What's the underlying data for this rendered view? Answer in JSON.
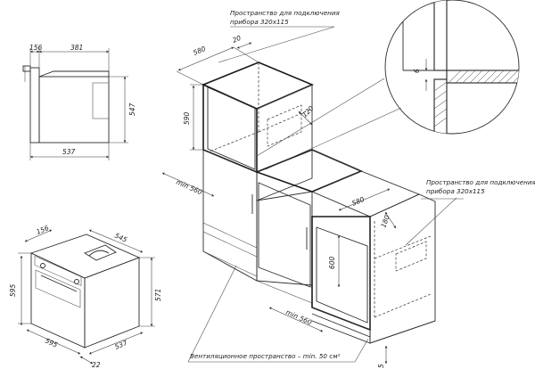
{
  "notes": {
    "connection_top": [
      "Пространство для подключения",
      "прибора 320х115"
    ],
    "connection_right": [
      "Пространство для подключения",
      "прибора 320х115"
    ],
    "ventilation": "Вентиляционное пространство – min. 50 см²"
  },
  "side_view": {
    "dims": {
      "d156": "156",
      "d381": "381",
      "d547": "547",
      "d537": "537"
    }
  },
  "oven_view": {
    "dims": {
      "d156": "156",
      "d545": "545",
      "d595_h": "595",
      "d571": "571",
      "d595_w": "595",
      "d537": "537",
      "d22": "22"
    }
  },
  "cabinet_upper": {
    "dims": {
      "d580": "580",
      "d20": "20",
      "d590": "590",
      "d120": "120",
      "dmin560": "min 560"
    }
  },
  "cabinet_lower": {
    "dims": {
      "d580": "580",
      "d180": "180",
      "d600": "600",
      "dmin560": "min 560",
      "d5": "5"
    }
  },
  "detail": {
    "dims": {
      "d6": "6"
    }
  }
}
